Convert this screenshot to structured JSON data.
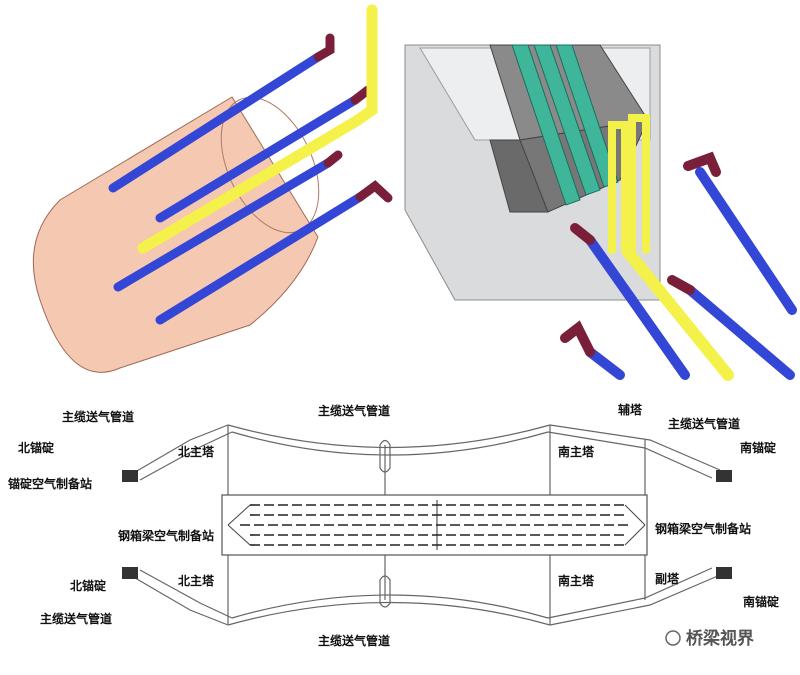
{
  "colors": {
    "cable_sheath": "#f5c8b2",
    "blue_pipe": "#3346d6",
    "yellow_pipe": "#f4f24a",
    "pipe_end": "#7a1f3a",
    "concrete": "#d9dbdd",
    "box_dark": "#737373",
    "green_bands": "#3fb59a",
    "line": "#666666"
  },
  "labels": {
    "main_cable_pipe_top_left": "主缆送气管道",
    "north_anchor_top": "北锚碇",
    "anchor_station": "锚碇空气制备站",
    "north_tower_top": "北主塔",
    "main_cable_pipe_top_mid": "主缆送气管道",
    "south_tower_top": "南主塔",
    "aux_tower_top": "辅塔",
    "main_cable_pipe_top_right": "主缆送气管道",
    "south_anchor_top": "南锚碇",
    "girder_station_left": "钢箱梁空气制备站",
    "girder_station_right": "钢箱梁空气制备站",
    "north_anchor_bottom": "北锚碇",
    "north_tower_bottom": "北主塔",
    "main_cable_pipe_bottom_left": "主缆送气管道",
    "south_tower_bottom": "南主塔",
    "aux_tower_bottom": "副塔",
    "south_anchor_bottom": "南锚碇",
    "main_cable_pipe_bottom_mid": "主缆送气管道"
  },
  "watermark": "桥梁视界"
}
